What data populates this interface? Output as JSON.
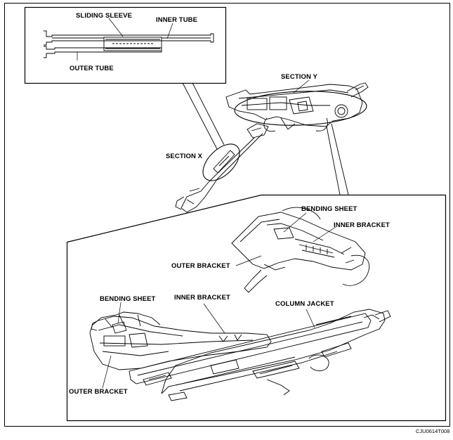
{
  "labels": {
    "sliding_sleeve": "SLIDING SLEEVE",
    "inner_tube": "INNER TUBE",
    "outer_tube": "OUTER TUBE",
    "section_y": "SECTION Y",
    "section_x": "SECTION X",
    "bending_sheet_top": "BENDING SHEET",
    "inner_bracket_top": "INNER BRACKET",
    "outer_bracket_top": "OUTER BRACKET",
    "bending_sheet_bottom": "BENDING SHEET",
    "inner_bracket_bottom": "INNER BRACKET",
    "column_jacket": "COLUMN JACKET",
    "outer_bracket_bottom": "OUTER BRACKET"
  },
  "figure_code": "CJU0614T008"
}
